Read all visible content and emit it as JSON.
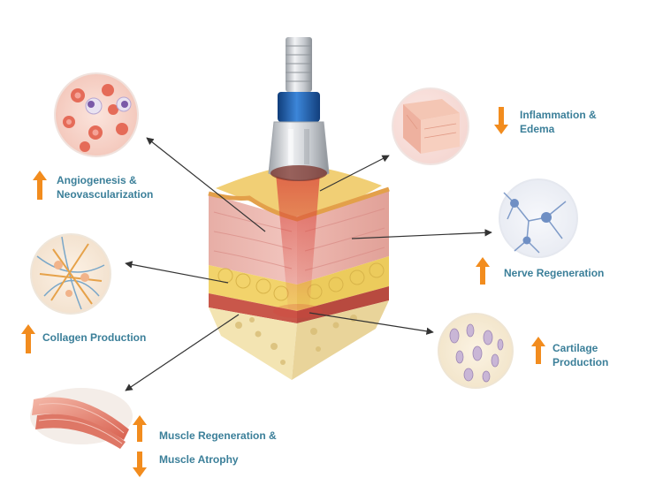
{
  "effects": {
    "angiogenesis": {
      "line1": "Angiogenesis &",
      "line2": "Neovascularization",
      "direction": "up"
    },
    "collagen": {
      "line1": "Collagen Production",
      "direction": "up"
    },
    "muscle": {
      "line1": "Muscle Regeneration &",
      "line2": "Muscle Atrophy",
      "direction_1": "up",
      "direction_2": "down"
    },
    "inflammation": {
      "line1": "Inflammation &",
      "line2": "Edema",
      "direction": "down"
    },
    "nerve": {
      "line1": "Nerve Regeneration",
      "direction": "up"
    },
    "cartilage": {
      "line1": "Cartilage",
      "line2": "Production",
      "direction": "up"
    }
  },
  "colors": {
    "label_text": "#3b7f99",
    "arrow_orange": "#f28c1e",
    "dermis_pink": "#eab3ad",
    "fat_yellow": "#f0d46a",
    "device_blue": "#1f63b8",
    "device_silver": "#c9ccd0",
    "pointer_line": "#333333"
  },
  "icons": {
    "up_arrow": "arrow-up-icon",
    "down_arrow": "arrow-down-icon",
    "device": "shockwave-applicator-icon"
  }
}
